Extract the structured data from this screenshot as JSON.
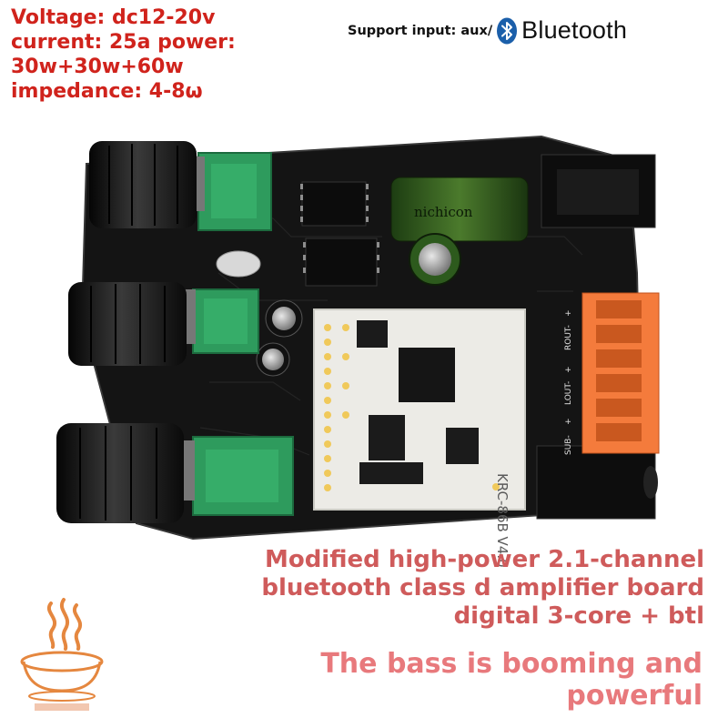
{
  "specs": {
    "line1": "Voltage: dc12-20v",
    "line2": "current: 25a power:",
    "line3": "30w+30w+60w",
    "line4": "impedance: 4-8ω"
  },
  "support": {
    "label": "Support input: aux/",
    "brand": "Bluetooth",
    "icon": "bluetooth-icon"
  },
  "board": {
    "module_label": "KRC-86B V4.0",
    "cap_label": "nichicon",
    "terminal_labels": [
      "ROUT-",
      "+",
      "LOUT-",
      "+",
      "SUB-",
      "+"
    ],
    "accent_color": "#f47b3c",
    "trimmer_color": "#2e9b5d"
  },
  "headline": {
    "line1": "Modified high-power 2.1-channel",
    "line2": "bluetooth class d amplifier board",
    "line3": "digital 3-core + btl"
  },
  "tagline": {
    "line1": "The bass is booming and",
    "line2": "powerful"
  },
  "colors": {
    "spec_text": "#d0231c",
    "headline_text": "#cf5b5b",
    "tagline_text": "#e8797c"
  }
}
